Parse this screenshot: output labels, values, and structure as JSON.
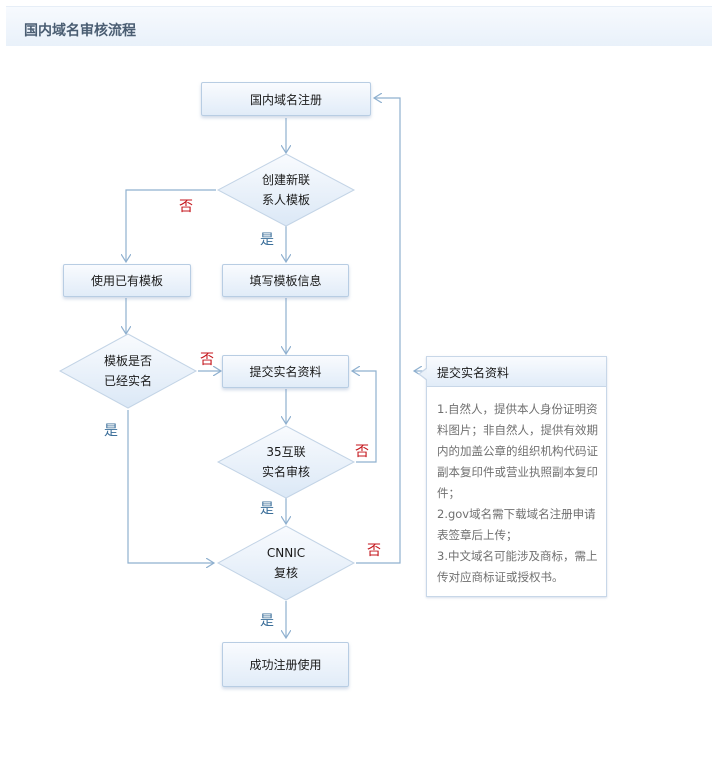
{
  "header": {
    "title": "国内域名审核流程"
  },
  "nodes": {
    "register": "国内域名注册",
    "create_template": "创建新联\n系人模板",
    "use_existing": "使用已有模板",
    "fill_template": "填写模板信息",
    "template_verified": "模板是否\n已经实名",
    "submit_materials": "提交实名资料",
    "review_35": "35互联\n实名审核",
    "cnnic_review": "CNNIC\n复核",
    "success": "成功注册使用"
  },
  "edge_labels": {
    "create_no": "否",
    "create_yes": "是",
    "verified_no": "否",
    "verified_yes": "是",
    "review_no": "否",
    "review_yes": "是",
    "cnnic_no": "否",
    "cnnic_yes": "是"
  },
  "note": {
    "title": "提交实名资料",
    "items": [
      "1.自然人，提供本人身份证明资料图片；非自然人，提供有效期内的加盖公章的组织机构代码证副本复印件或营业执照副本复印件；",
      "2.gov域名需下载域名注册申请表签章后上传；",
      "3.中文域名可能涉及商标，需上传对应商标证或授权书。"
    ]
  },
  "colors": {
    "connector": "#8fb0cf",
    "yes_label": "#3c6f9a",
    "no_label": "#c4161c",
    "node_border": "#b8cde3"
  }
}
